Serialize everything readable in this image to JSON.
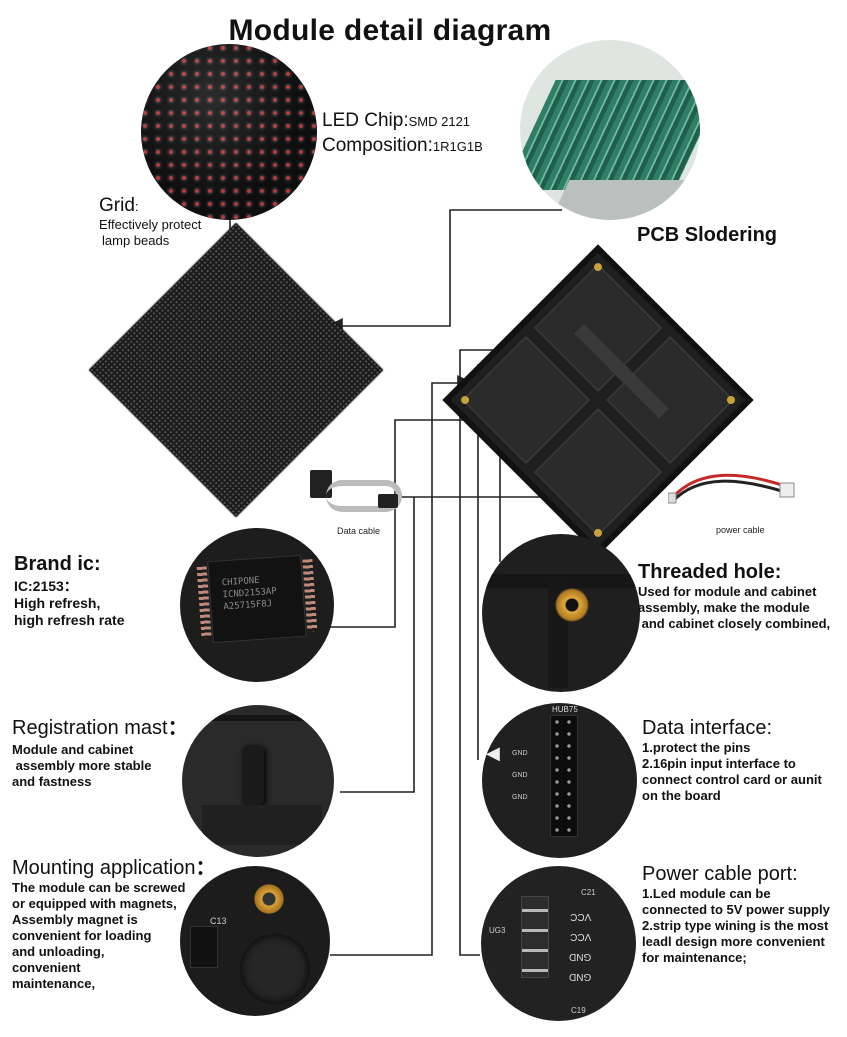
{
  "title": "Module detail diagram",
  "led_chip": {
    "label": "LED Chip:",
    "value": "SMD 2121",
    "composition_label": "Composition:",
    "composition_value": "1R1G1B"
  },
  "grid": {
    "heading": "Grid",
    "colon": ":",
    "line1": "Effectively protect",
    "line2": "lamp beads"
  },
  "pcb": {
    "label": "PCB Slodering"
  },
  "data_cable": {
    "label": "Data cable"
  },
  "power_cable": {
    "label": "power cable"
  },
  "brand_ic": {
    "heading": "Brand ic:",
    "line1": "IC:2153：",
    "line2": "High refresh,",
    "line3": "high refresh rate",
    "chip_lines": [
      "CHIPONE",
      "ICND2153AP",
      "A25715F8J"
    ]
  },
  "registration": {
    "heading": "Registration mast",
    "colon": "：",
    "line1": "Module and cabinet",
    "line2": " assembly more stable",
    "line3": "and fastness"
  },
  "mounting": {
    "heading": "Mounting application",
    "colon": "：",
    "line1": "The module can be screwed",
    "line2": "or equipped with magnets,",
    "line3": "Assembly magnet is",
    "line4": "convenient for loading",
    "line5": "and unloading,",
    "line6": "convenient",
    "line7": "maintenance,",
    "pcb_mark": "C13"
  },
  "threaded": {
    "heading": "Threaded hole:",
    "line1": "Used for module and cabinet",
    "line2": "assembly, make the module",
    "line3": " and cabinet closely combined,"
  },
  "data_interface": {
    "heading": "Data interface:",
    "line1": "1.protect the pins",
    "line2": "2.16pin input interface to",
    "line3": "connect control card or aunit",
    "line4": "on the board",
    "pcb_mark": "HUB75",
    "pins": [
      "GND",
      "GND",
      "GND"
    ]
  },
  "power_port": {
    "heading": "Power cable port:",
    "line1": "1.Led module can be",
    "line2": "connected to 5V power supply",
    "line3": "2.strip type wining is the most",
    "line4": "leadl design more convenient",
    "line5": "for maintenance;",
    "pins": [
      "GND",
      "GND",
      "VCC",
      "VCC"
    ],
    "pcb_marks": [
      "C21",
      "UG3",
      "C19"
    ]
  },
  "colors": {
    "led_bg": "#1a1a1a",
    "pcb_green": "#3d8f76",
    "arrow": "#222222",
    "brass": "#d9a23a"
  }
}
